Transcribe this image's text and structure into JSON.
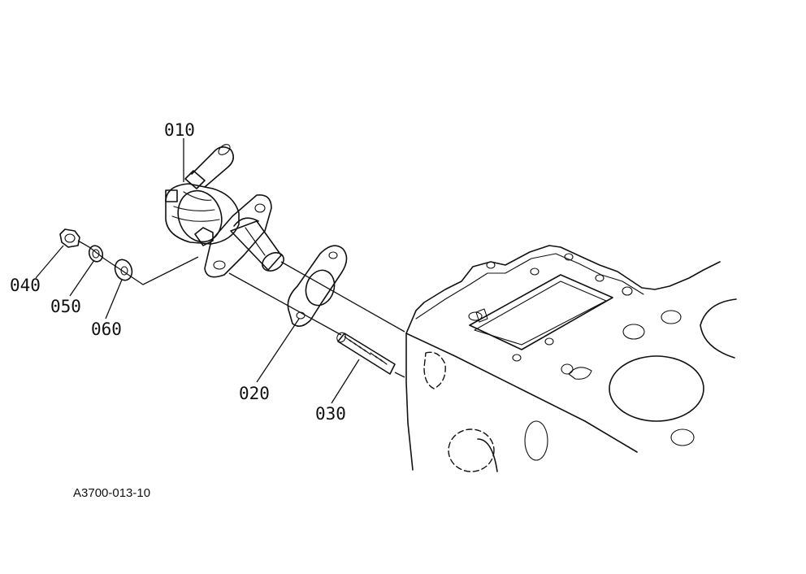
{
  "parts": [
    {
      "id": "010",
      "icon": "fuel-pump-icon"
    },
    {
      "id": "020",
      "icon": "gasket-icon"
    },
    {
      "id": "030",
      "icon": "stud-bolt-icon"
    },
    {
      "id": "040",
      "icon": "nut-icon"
    },
    {
      "id": "050",
      "icon": "spring-washer-icon"
    },
    {
      "id": "060",
      "icon": "plain-washer-icon"
    }
  ],
  "drawing_code": "A3700-013-10",
  "colors": {
    "ink": "#111111",
    "paper": "#ffffff"
  }
}
